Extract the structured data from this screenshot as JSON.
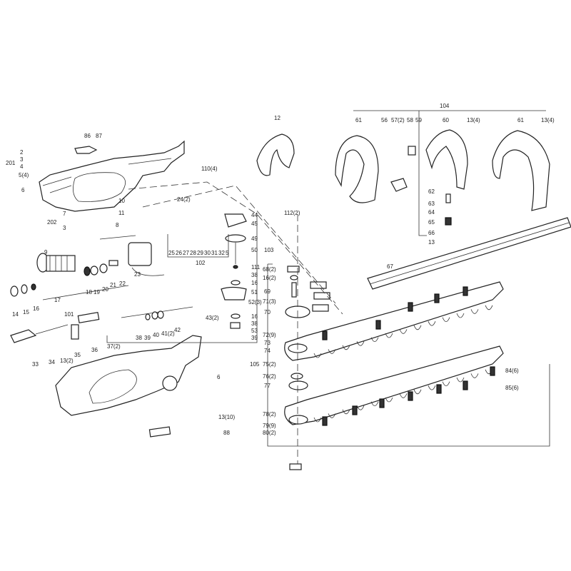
{
  "diagram": {
    "labels": [
      "86",
      "87",
      "2",
      "3",
      "201",
      "4",
      "5(4)",
      "6",
      "110(4)",
      "24(2)",
      "10",
      "11",
      "202",
      "7",
      "3",
      "8",
      "9",
      "25",
      "26",
      "27",
      "28",
      "29",
      "30",
      "31",
      "32",
      "5",
      "102",
      "23",
      "44",
      "45",
      "49",
      "50",
      "103",
      "111",
      "38",
      "16",
      "51",
      "52(3)",
      "16",
      "38",
      "53",
      "39",
      "18",
      "19",
      "20",
      "21",
      "22",
      "14",
      "15",
      "16",
      "17",
      "101",
      "33",
      "34",
      "13(2)",
      "35",
      "36",
      "37(2)",
      "38",
      "39",
      "40",
      "41(2)",
      "42",
      "43(2)",
      "6",
      "13(10)",
      "88",
      "12",
      "112(2)",
      "68(2)",
      "16(2)",
      "69",
      "71(3)",
      "70",
      "72(9)",
      "73",
      "74",
      "105",
      "75(2)",
      "76(2)",
      "77",
      "78(2)",
      "79(9)",
      "80(2)",
      "67",
      "84(6)",
      "85(6)",
      "104",
      "61",
      "56",
      "57(2)",
      "58",
      "59",
      "60",
      "13(4)",
      "61",
      "13(4)",
      "62",
      "63",
      "64",
      "65",
      "66",
      "13"
    ]
  }
}
